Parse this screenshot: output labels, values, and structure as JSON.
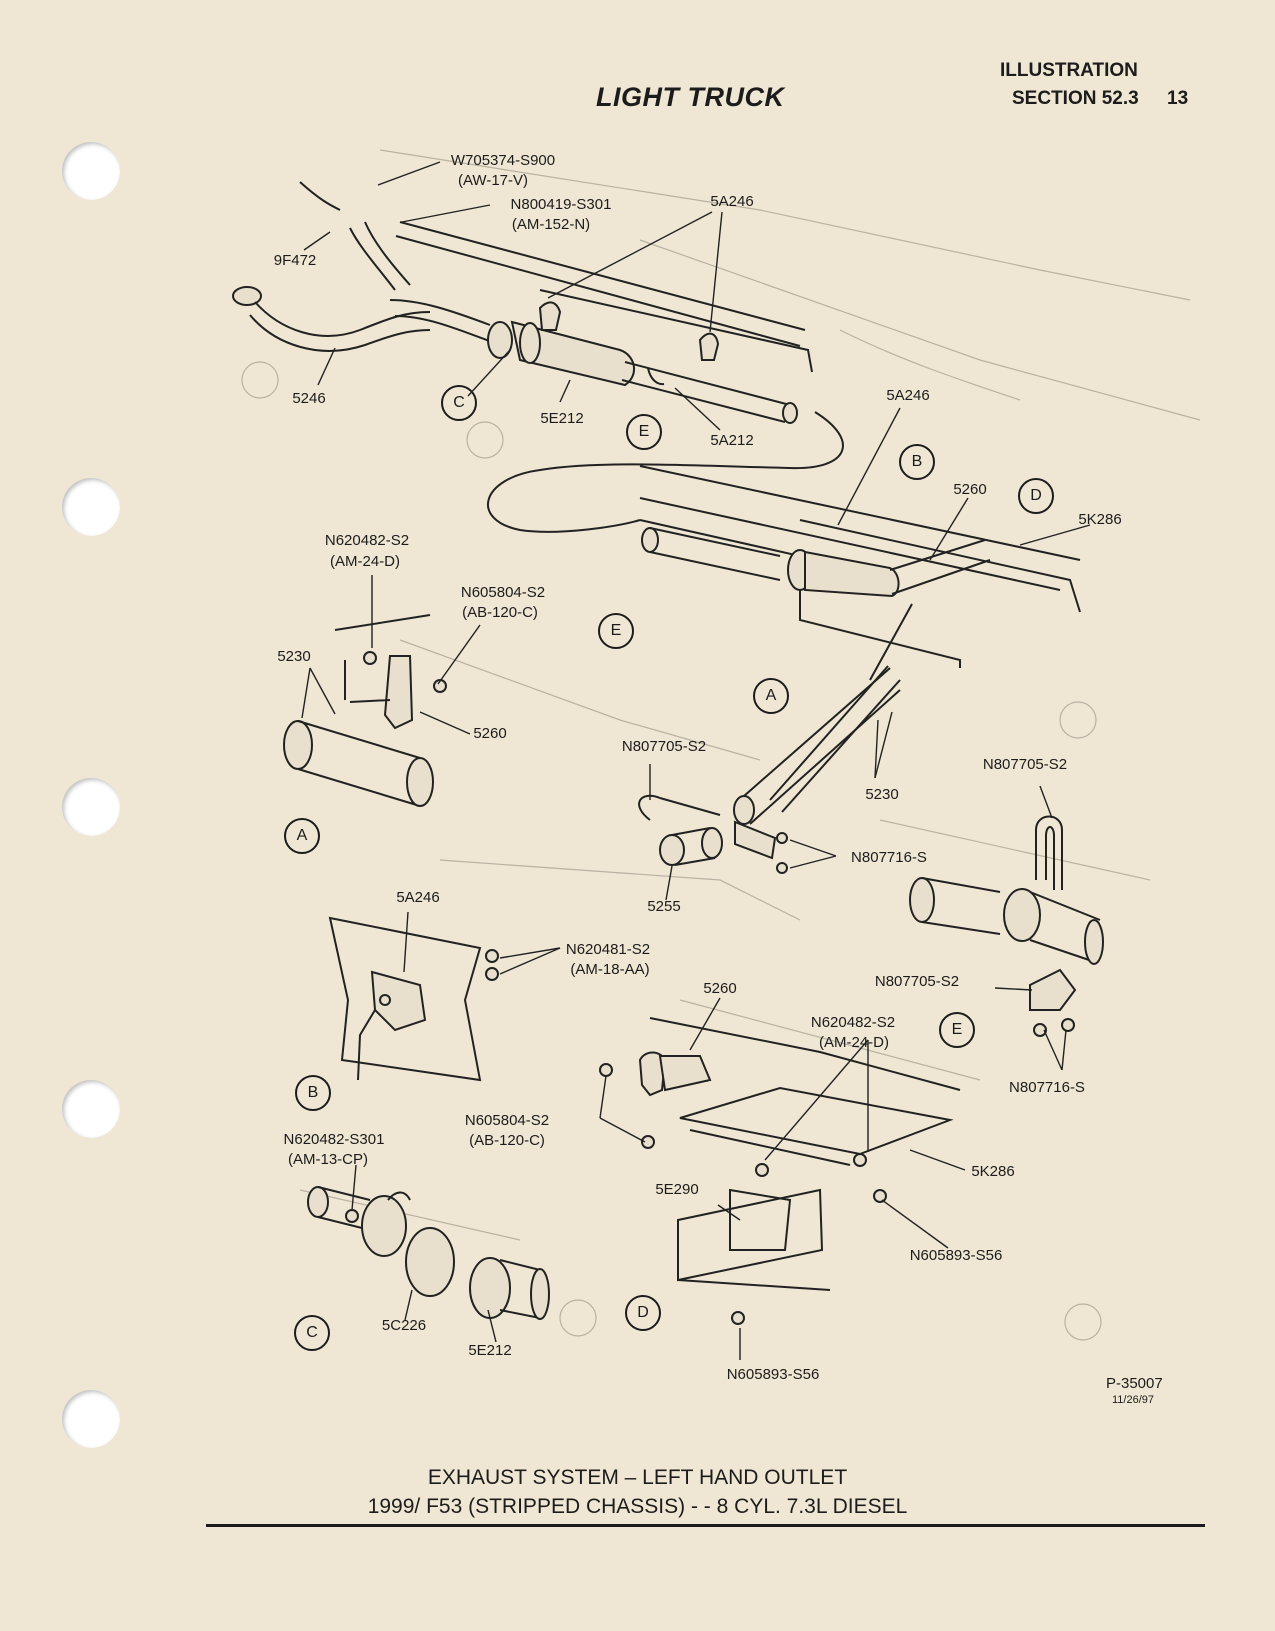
{
  "header": {
    "title": "LIGHT TRUCK",
    "illustration": "ILLUSTRATION",
    "section": "SECTION 52.3",
    "page": "13"
  },
  "callouts": {
    "w705374": "W705374-S900",
    "aw17v": "(AW-17-V)",
    "n800419": "N800419-S301",
    "am152n": "(AM-152-N)",
    "p9f472": "9F472",
    "p5a246_top": "5A246",
    "p5246": "5246",
    "p5e212_top": "5E212",
    "p5a212": "5A212",
    "p5a246_mid": "5A246",
    "p5260_mid": "5260",
    "p5k286_top": "5K286",
    "n620482_a": "N620482-S2",
    "am24d_a": "(AM-24-D)",
    "n605804_a": "N605804-S2",
    "ab120c_a": "(AB-120-C)",
    "p5230_a": "5230",
    "p5260_a": "5260",
    "n807705_mid": "N807705-S2",
    "p5230_mid": "5230",
    "n807716_mid": "N807716-S",
    "p5255": "5255",
    "n807705_e_top": "N807705-S2",
    "p5a246_b": "5A246",
    "n620481": "N620481-S2",
    "am18aa": "(AM-18-AA)",
    "p5260_d": "5260",
    "n620482_d": "N620482-S2",
    "am24d_d": "(AM-24-D)",
    "n807705_e": "N807705-S2",
    "n807716_e": "N807716-S",
    "n605804_d": "N605804-S2",
    "ab120c_d": "(AB-120-C)",
    "p5k286_d": "5K286",
    "n620482_c": "N620482-S301",
    "am13cp": "(AM-13-CP)",
    "p5e290": "5E290",
    "n605893_r": "N605893-S56",
    "p5c226": "5C226",
    "p5e212_c": "5E212",
    "n605893_b": "N605893-S56"
  },
  "view_circles": {
    "c_top": "C",
    "e_top": "E",
    "b_top": "B",
    "d_top": "D",
    "e_mid": "E",
    "a_mid": "A",
    "a_detail": "A",
    "b_detail": "B",
    "e_detail": "E",
    "c_detail": "C",
    "d_detail": "D"
  },
  "figure": {
    "number": "P-35007",
    "date": "11/26/97"
  },
  "caption": {
    "line1": "EXHAUST SYSTEM – LEFT HAND OUTLET",
    "line2": "1999/ F53 (STRIPPED CHASSIS) - - 8 CYL. 7.3L DIESEL"
  }
}
